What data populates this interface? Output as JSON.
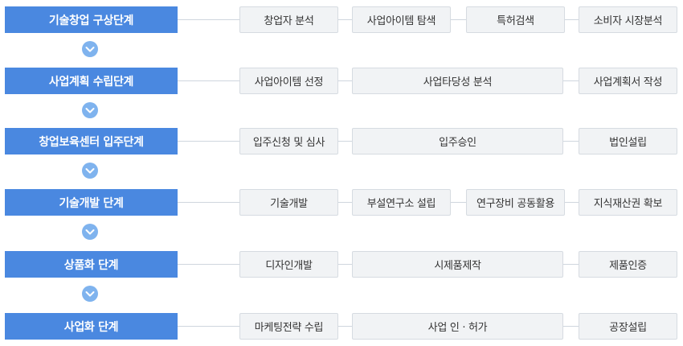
{
  "steps": [
    {
      "stage": "기술창업 구상단계",
      "items": [
        "창업자 분석",
        "사업아이템 탐색",
        "특허검색",
        "소비자 시장분석"
      ]
    },
    {
      "stage": "사업계획 수립단계",
      "items": [
        "사업아이템 선정",
        "사업타당성 분석",
        "사업계획서 작성"
      ]
    },
    {
      "stage": "창업보육센터 입주단계",
      "items": [
        "입주신청 및 심사",
        "입주승인",
        "법인설립"
      ]
    },
    {
      "stage": "기술개발 단계",
      "items": [
        "기술개발",
        "부설연구소 설립",
        "연구장비 공동활용",
        "지식재산권 확보"
      ]
    },
    {
      "stage": "상품화 단계",
      "items": [
        "디자인개발",
        "시제품제작",
        "제품인증"
      ]
    },
    {
      "stage": "사업화 단계",
      "items": [
        "마케팅전략 수립",
        "사업 인 · 허가",
        "공장설립"
      ]
    }
  ],
  "icons": {
    "connector": "chevron-down-icon"
  },
  "colors": {
    "stage_bg": "#4a88e0",
    "chevron_bg": "#7fb3ee",
    "box_bg": "#f1f3f5",
    "box_border": "#d6dbe1",
    "line": "#cfd6de"
  }
}
